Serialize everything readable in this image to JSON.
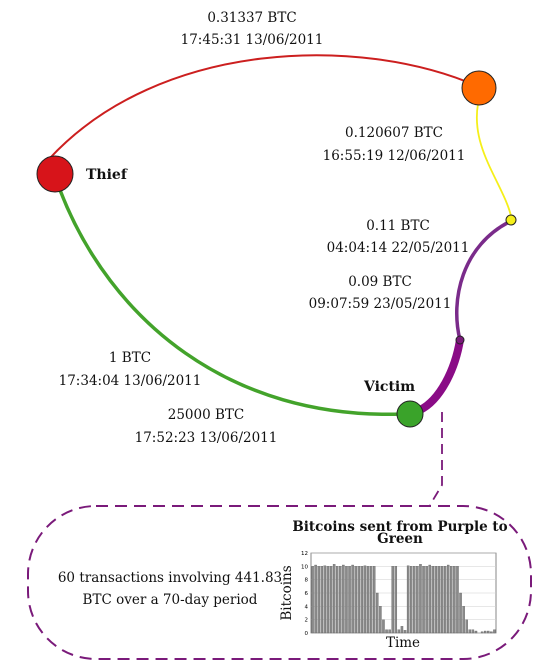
{
  "nodes": {
    "thief": {
      "label": "Thief",
      "color": "#d7141a"
    },
    "victim": {
      "label": "Victim",
      "color": "#3aa32a"
    },
    "orange": {
      "label": "",
      "color": "#ff6a00"
    },
    "yellow": {
      "label": "",
      "color": "#f5ef1a"
    },
    "purple_small": {
      "label": "",
      "color": "#7a1a7a"
    }
  },
  "edges": {
    "thief_orange": {
      "amount": "0.31337 BTC",
      "time": "17:45:31 13/06/2011",
      "color": "#cc1f1f"
    },
    "orange_yellow": {
      "amount": "0.120607 BTC",
      "time": "16:55:19 12/06/2011",
      "color": "#f5ef1a"
    },
    "yellow_purple": {
      "amount": "0.11 BTC",
      "time": "04:04:14 22/05/2011",
      "color": "#7a2b8a"
    },
    "purple_victim": {
      "amount": "0.09 BTC",
      "time": "09:07:59 23/05/2011",
      "color": "#8a0c86"
    },
    "victim_thief_1": {
      "amount": "1 BTC",
      "time": "17:34:04 13/06/2011",
      "color": "#43a32b"
    },
    "victim_thief_2": {
      "amount": "25000 BTC",
      "time": "17:52:23 13/06/2011",
      "color": "#43a32b"
    }
  },
  "callout": {
    "text_line1": "60 transactions involving 441.83",
    "text_line2": "BTC over a 70-day period",
    "border_color": "#7a1a7a"
  },
  "chart_data": {
    "type": "bar",
    "title": "Bitcoins sent from Purple to Green",
    "title_line1": "Bitcoins sent from Purple to",
    "title_line2": "Green",
    "xlabel": "Time",
    "ylabel": "Bitcoins",
    "ylim": [
      0,
      12
    ],
    "yticks": [
      0,
      2,
      4,
      6,
      8,
      10,
      12
    ],
    "grid": true,
    "bar_color": "#8a8a8a",
    "values": [
      10,
      10.2,
      10,
      10,
      10.1,
      10,
      10,
      10.3,
      10,
      10,
      10.2,
      10,
      10,
      10.2,
      10,
      10,
      10,
      10.1,
      10,
      10,
      10,
      6,
      4,
      2,
      0.5,
      0.5,
      10,
      10,
      0.5,
      1,
      0.4,
      10.1,
      10,
      10,
      10,
      10.3,
      10,
      10,
      10.2,
      10,
      10,
      10,
      10,
      10,
      10.2,
      10,
      10,
      10,
      6,
      4,
      2,
      0.5,
      0.5,
      0.3,
      0,
      0.2,
      0.3,
      0.3,
      0.2,
      0.5
    ]
  }
}
